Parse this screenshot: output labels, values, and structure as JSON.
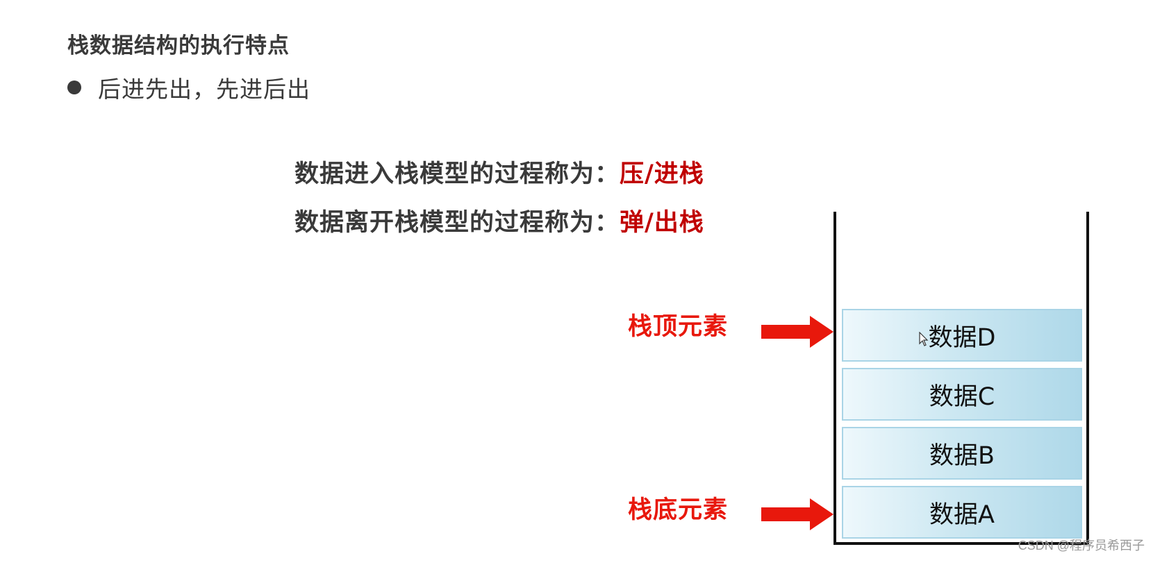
{
  "heading": {
    "title": "栈数据结构的执行特点",
    "bullet": "后进先出，先进后出"
  },
  "definitions": [
    {
      "prefix": "数据进入栈模型的过程称为：",
      "term": "压/进栈"
    },
    {
      "prefix": "数据离开栈模型的过程称为：",
      "term": "弹/出栈"
    }
  ],
  "labels": {
    "top": "栈顶元素",
    "bottom": "栈底元素"
  },
  "stack": {
    "items_top_to_bottom": [
      "数据D",
      "数据C",
      "数据B",
      "数据A"
    ]
  },
  "colors": {
    "text": "#3a3a3a",
    "term": "#c00000",
    "label": "#e8180c",
    "arrow": "#e8180c",
    "box_border": "#a9d4e6"
  },
  "icons": {
    "arrow": "arrow-right-icon",
    "cursor": "mouse-pointer-icon"
  },
  "watermark": "CSDN @程序员希西子"
}
